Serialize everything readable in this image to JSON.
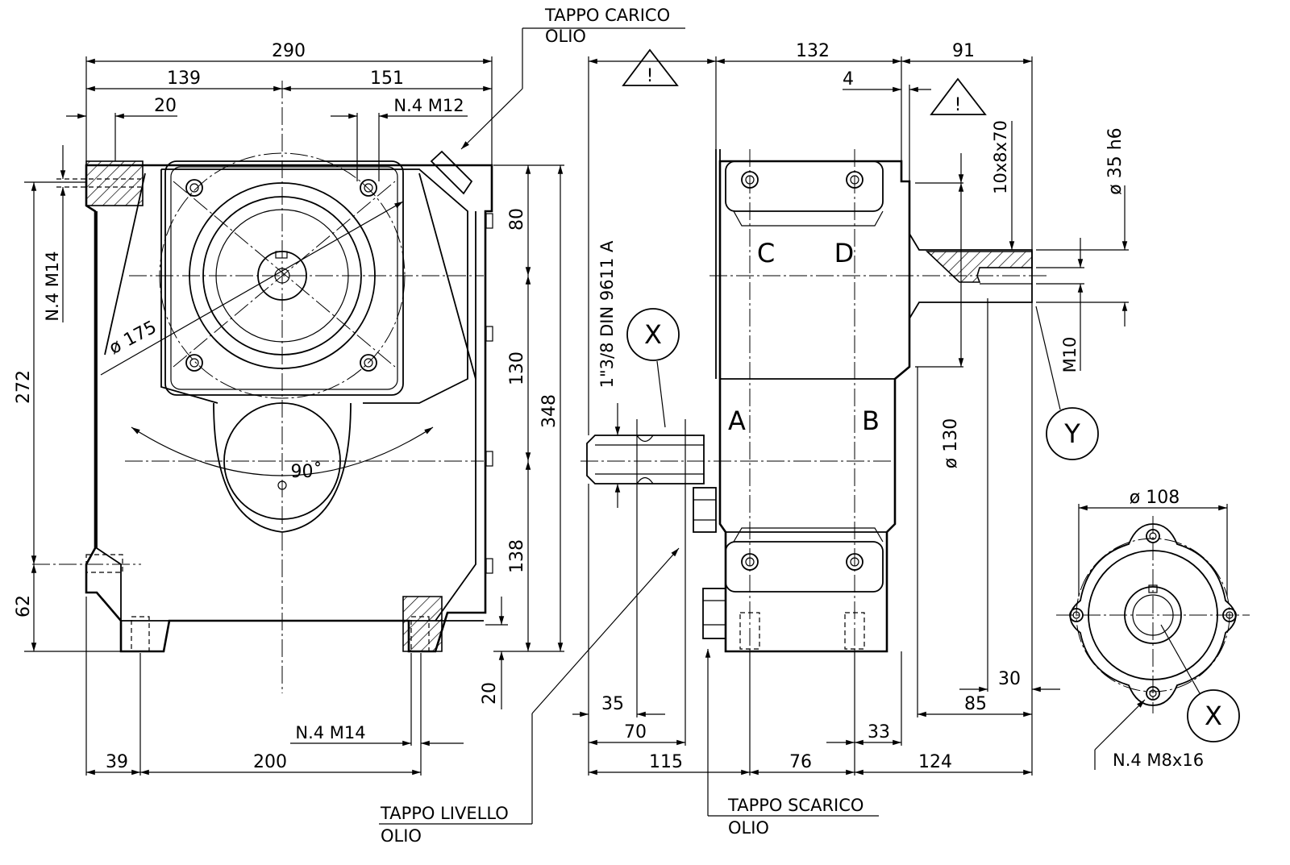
{
  "labels": {
    "oil_fill_plug_line1": "TAPPO CARICO",
    "oil_fill_plug_line2": "OLIO",
    "oil_level_plug_line1": "TAPPO LIVELLO",
    "oil_level_plug_line2": "OLIO",
    "oil_drain_plug_line1": "TAPPO SCARICO",
    "oil_drain_plug_line2": "OLIO",
    "shaft_spline_spec": "1\"3/8 DIN 9611 A",
    "key_spec": "10x8x70",
    "shaft_diameter_spec": "ø 35 h6",
    "shaft_thread": "M10",
    "front_flange_diameter": "ø 175",
    "rear_flange_diameter": "ø 130",
    "aux_flange_diameter": "ø 108",
    "angle": "90˚",
    "holes_top": "N.4 M12",
    "holes_side": "N.4 M14",
    "holes_bottom": "N.4 M14",
    "holes_aux": "N.4 M8x16",
    "port_a": "A",
    "port_b": "B",
    "port_c": "C",
    "port_d": "D",
    "detail_x": "X",
    "detail_x2": "X",
    "detail_y": "Y",
    "warning_symbol": "!"
  },
  "dimensions": {
    "front_total_width": "290",
    "front_left_half": "139",
    "front_right_half": "151",
    "front_top_offset": "20",
    "front_height_272": "272",
    "front_height_62": "62",
    "front_right_80": "80",
    "front_right_130": "130",
    "front_right_138": "138",
    "front_right_348": "348",
    "front_right_20": "20",
    "front_bottom_39": "39",
    "front_bottom_200": "200",
    "side_top_132": "132",
    "side_top_91": "91",
    "side_top_4": "4",
    "side_bottom_35": "35",
    "side_bottom_70": "70",
    "side_bottom_115": "115",
    "side_bottom_76": "76",
    "side_bottom_33": "33",
    "side_bottom_124": "124",
    "side_bottom_85": "85",
    "side_bottom_30": "30"
  },
  "icons": [
    "warning-triangle-icon",
    "warning-triangle-icon"
  ]
}
